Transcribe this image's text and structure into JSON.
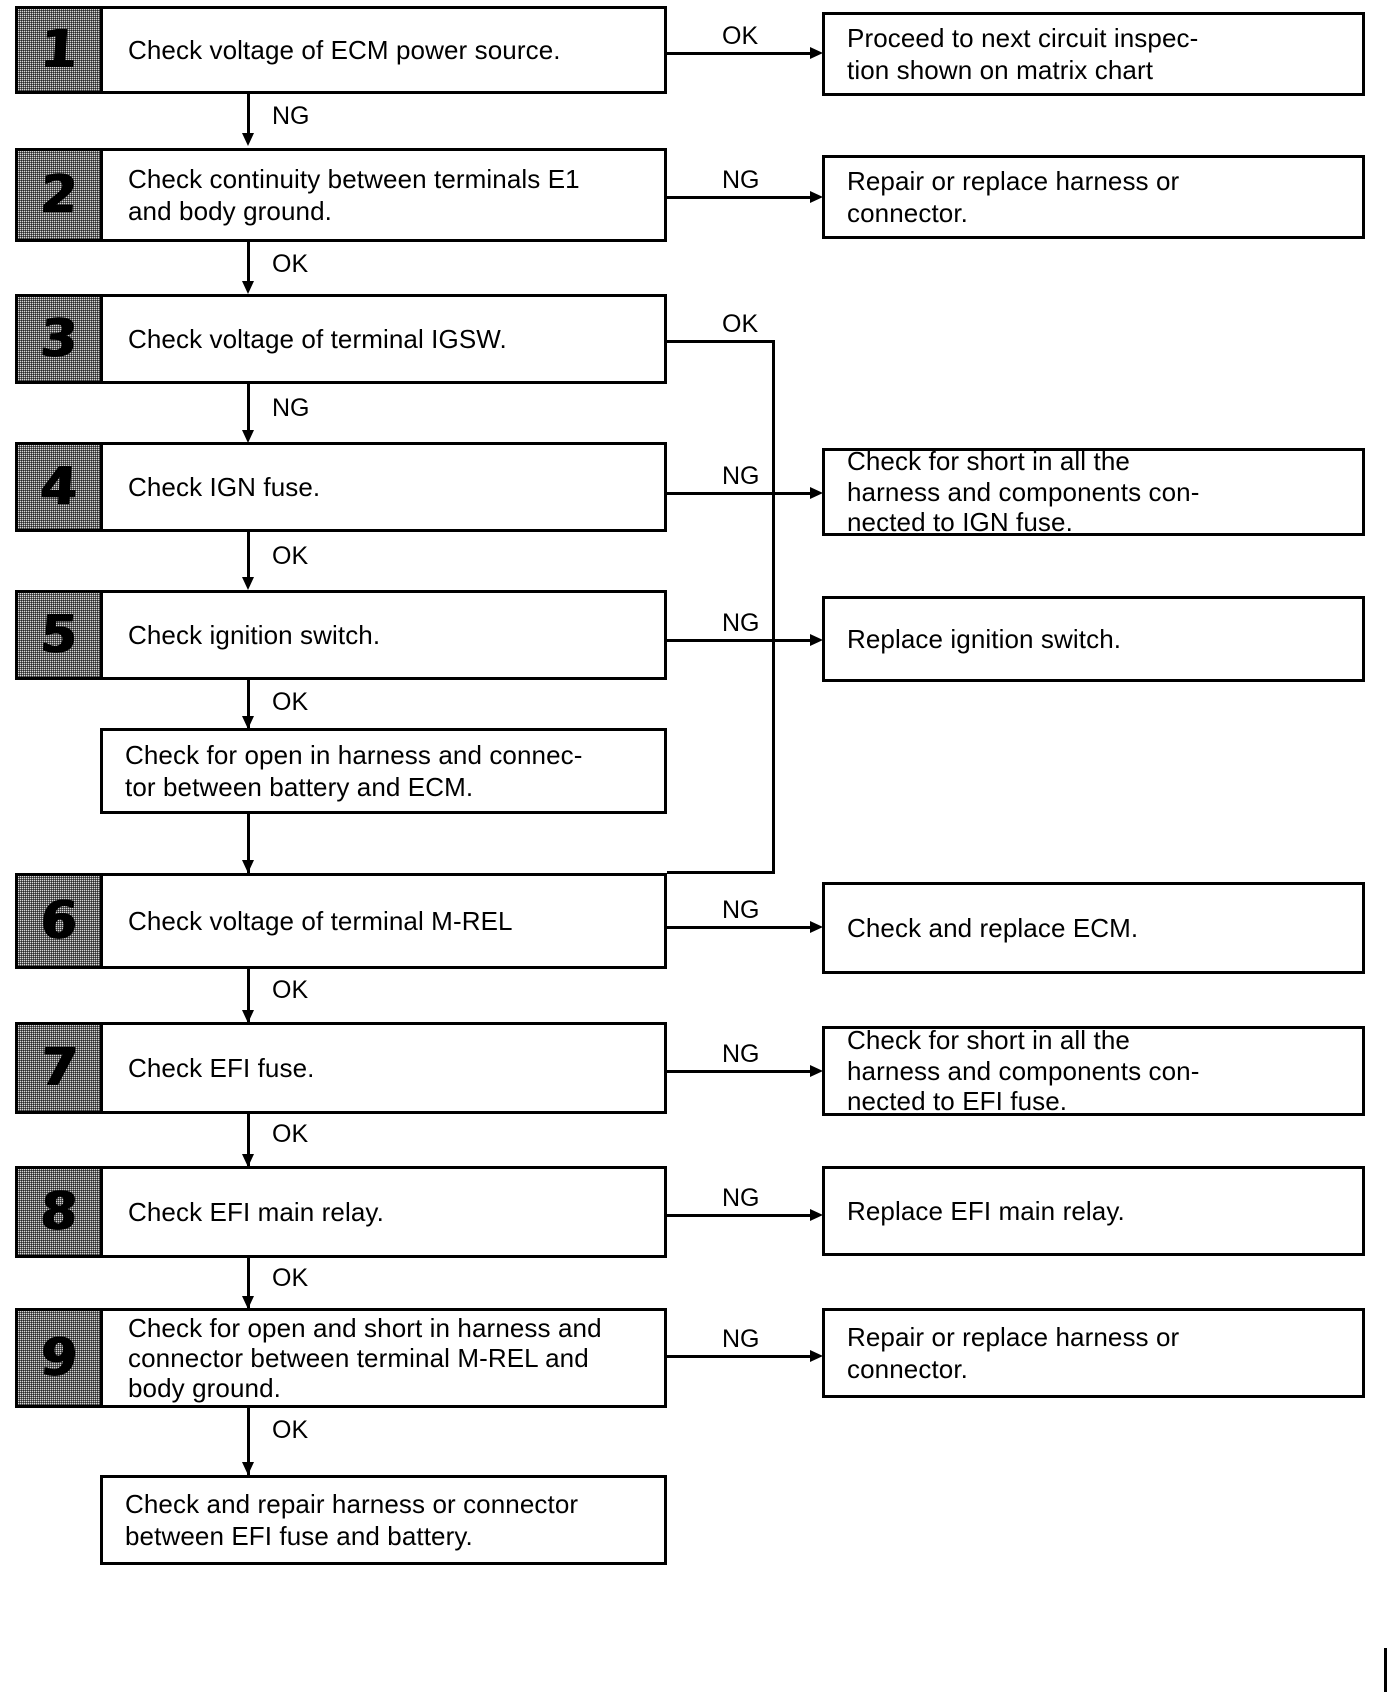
{
  "document": {
    "title": "ECM Power Source Circuit Inspection Flowchart",
    "type": "troubleshooting-flowchart"
  },
  "labels": {
    "ok": "OK",
    "ng": "NG"
  },
  "steps": [
    {
      "number": "1",
      "text": "Check voltage of ECM power source.",
      "branch_down_label": "NG",
      "branch_right_label": "OK"
    },
    {
      "number": "2",
      "text": "Check continuity between terminals E1\nand body ground.",
      "branch_down_label": "OK",
      "branch_right_label": "NG"
    },
    {
      "number": "3",
      "text": "Check voltage of terminal IGSW.",
      "branch_down_label": "NG",
      "branch_right_label": "OK"
    },
    {
      "number": "4",
      "text": "Check IGN fuse.",
      "branch_down_label": "OK",
      "branch_right_label": "NG"
    },
    {
      "number": "5",
      "text": "Check ignition switch.",
      "branch_down_label": "OK",
      "branch_right_label": "NG"
    },
    {
      "number": "",
      "text": "Check for open in harness and connec-\ntor between battery and ECM.",
      "branch_down_label": "",
      "branch_right_label": ""
    },
    {
      "number": "6",
      "text": "Check voltage of terminal M-REL",
      "branch_down_label": "OK",
      "branch_right_label": "NG"
    },
    {
      "number": "7",
      "text": "Check EFI fuse.",
      "branch_down_label": "OK",
      "branch_right_label": "NG"
    },
    {
      "number": "8",
      "text": "Check EFI main relay.",
      "branch_down_label": "OK",
      "branch_right_label": "NG"
    },
    {
      "number": "9",
      "text": "Check for open and short in harness and\nconnector between terminal M-REL and\nbody ground.",
      "branch_down_label": "OK",
      "branch_right_label": "NG"
    },
    {
      "number": "",
      "text": "Check and repair harness or connector\nbetween EFI fuse and battery.",
      "branch_down_label": "",
      "branch_right_label": ""
    }
  ],
  "outcomes": [
    {
      "text": "Proceed to next circuit inspec-\ntion shown on matrix chart"
    },
    {
      "text": "Repair or replace harness or\nconnector."
    },
    {
      "text": "Check for short in all the\nharness and components con-\nnected to IGN fuse."
    },
    {
      "text": "Replace ignition switch."
    },
    {
      "text": "Check and replace ECM."
    },
    {
      "text": "Check for short in all the\nharness and components con-\nnected to EFI fuse."
    },
    {
      "text": "Replace EFI main relay."
    },
    {
      "text": "Repair or replace harness or\nconnector."
    }
  ],
  "colors": {
    "ink": "#000000",
    "paper": "#ffffff",
    "tab_fill": "#d8d8d8"
  }
}
